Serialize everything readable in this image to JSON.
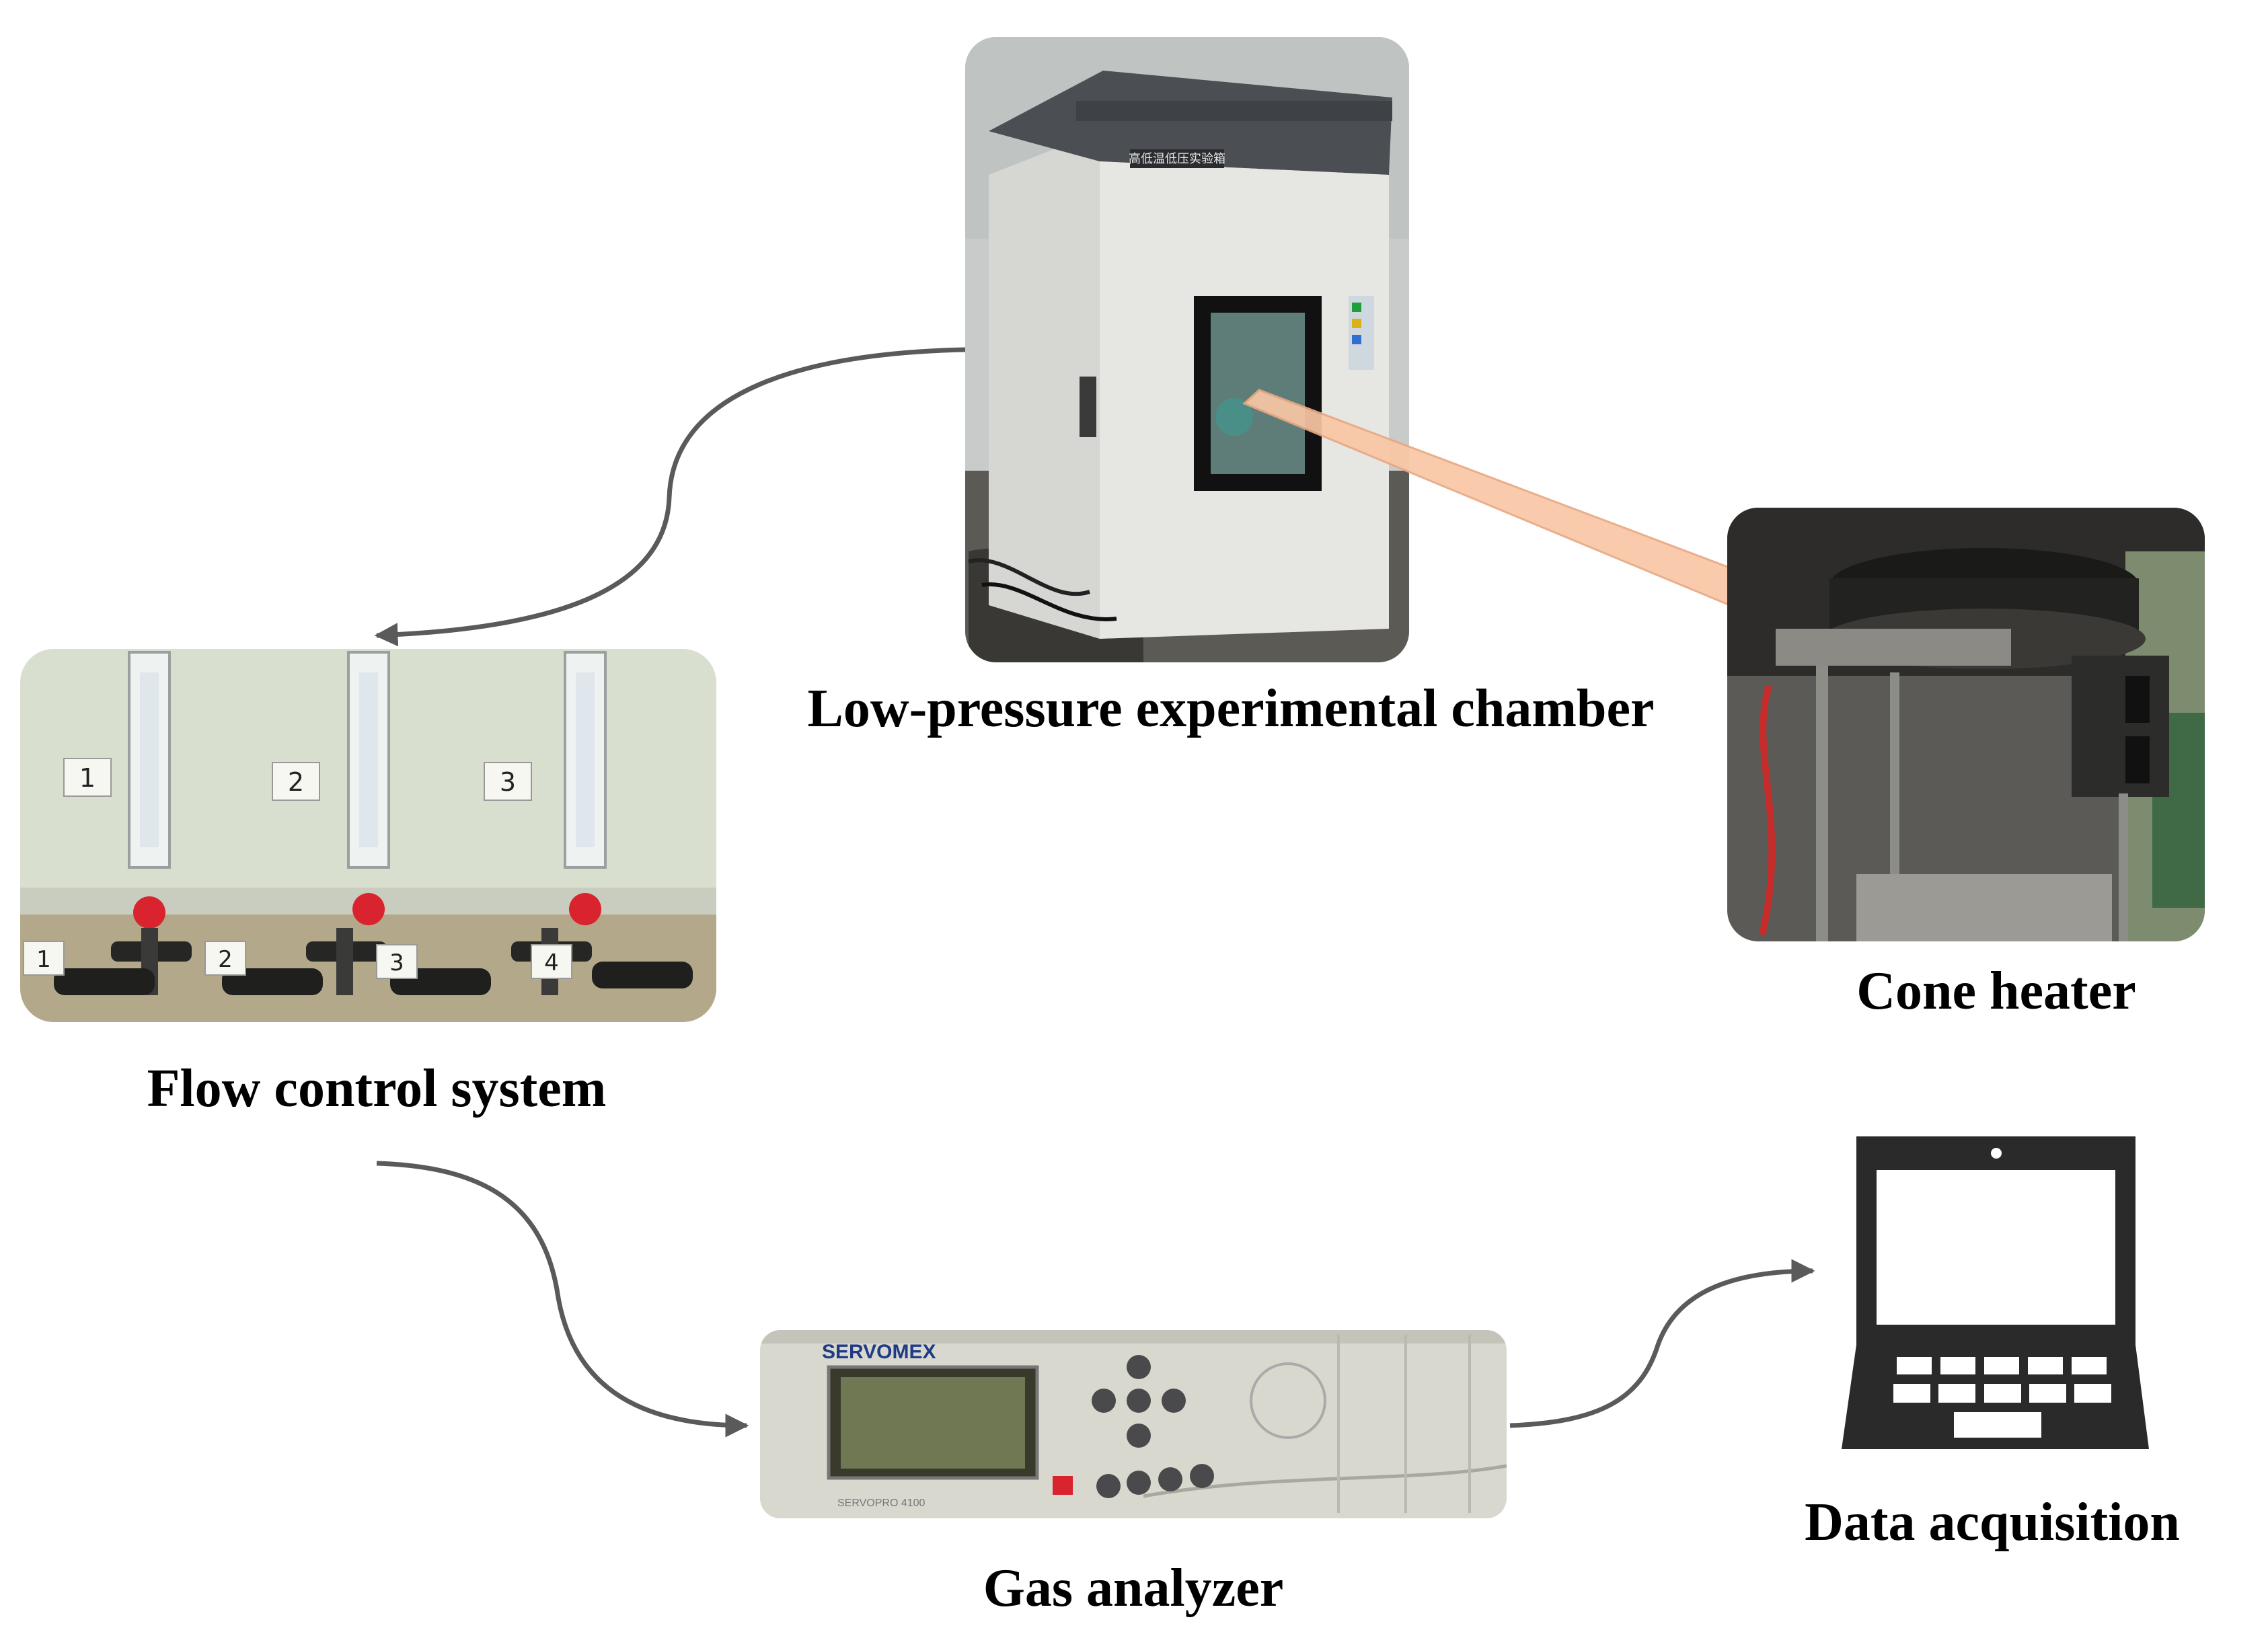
{
  "components": {
    "chamber": {
      "label": "Low-pressure experimental chamber",
      "panel_text": "高低温低压实验箱"
    },
    "cone": {
      "label": "Cone heater"
    },
    "flow": {
      "label": "Flow control system",
      "flowmeter_numbers": [
        "1",
        "2",
        "3"
      ],
      "valve_numbers": [
        "1",
        "2",
        "3",
        "4"
      ]
    },
    "gas": {
      "label": "Gas analyzer",
      "brand": "SERVOMEX",
      "model": "SERVOPRO 4100"
    },
    "data": {
      "label": "Data acquisition"
    }
  },
  "colors": {
    "arrow": "#5a5a5a",
    "zoom_beam": "#f9c7a5",
    "laptop": "#2a2a2a",
    "chamber_body": "#e6e6e3",
    "flow_panel": "#d9dfce",
    "analyzer_body": "#d8d8cf",
    "valve_red": "#d9232e"
  }
}
